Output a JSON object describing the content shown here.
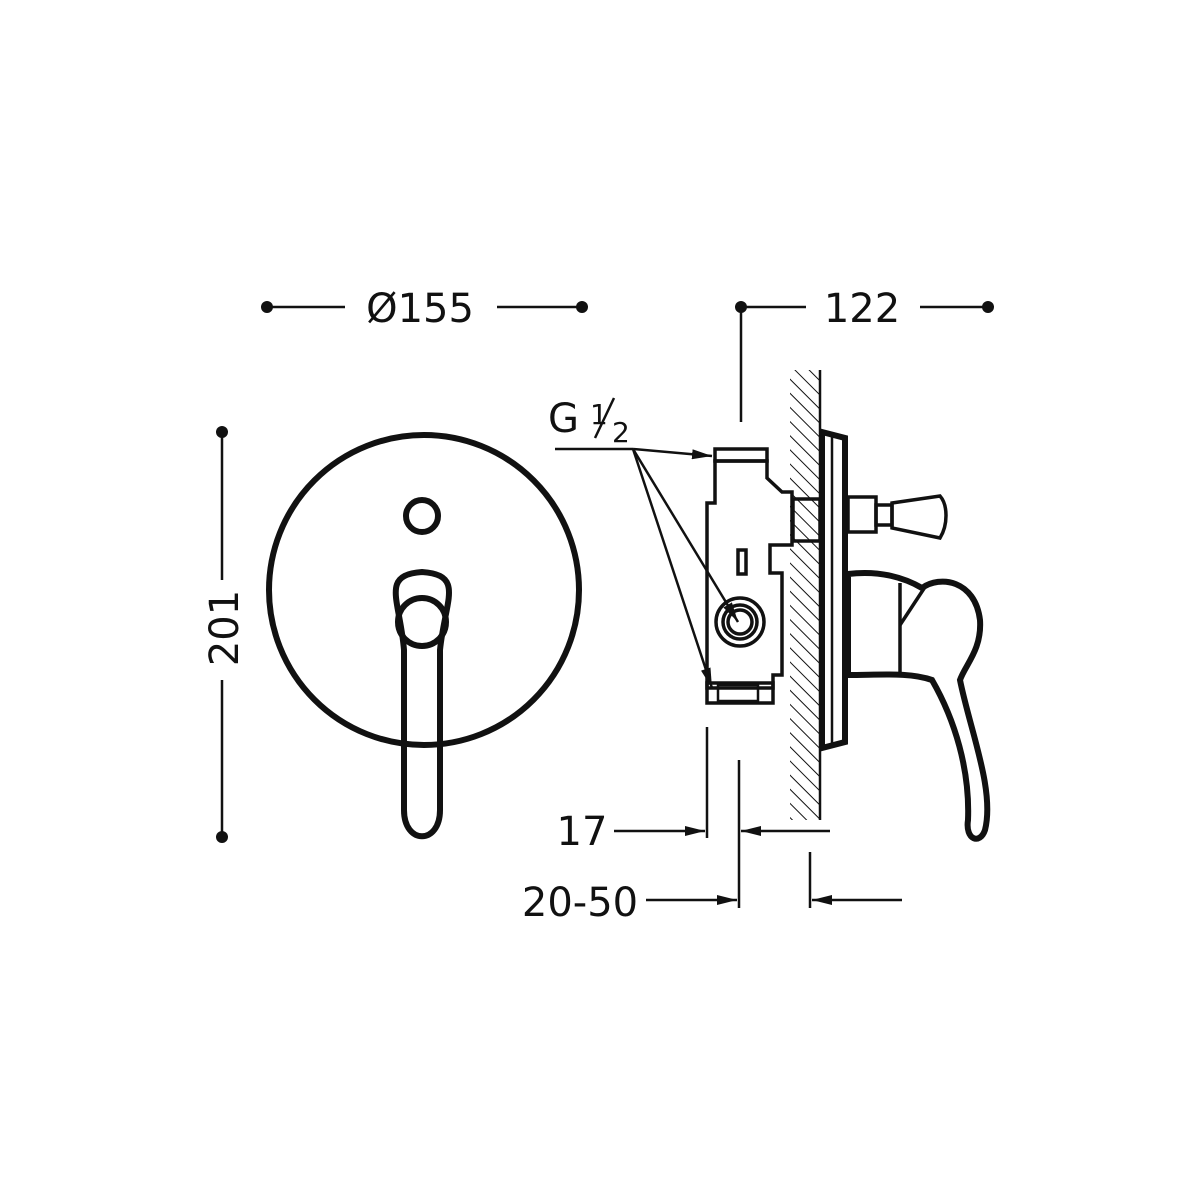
{
  "drawing": {
    "front_view": {
      "diameter_label": "Ø155",
      "height_label": "201"
    },
    "side_view": {
      "depth_label": "122",
      "thread_label_main": "G",
      "thread_label_num": "1",
      "thread_label_den": "2",
      "min_offset_label": "17",
      "wall_range_label": "20-50"
    },
    "line_color": "#111111"
  }
}
